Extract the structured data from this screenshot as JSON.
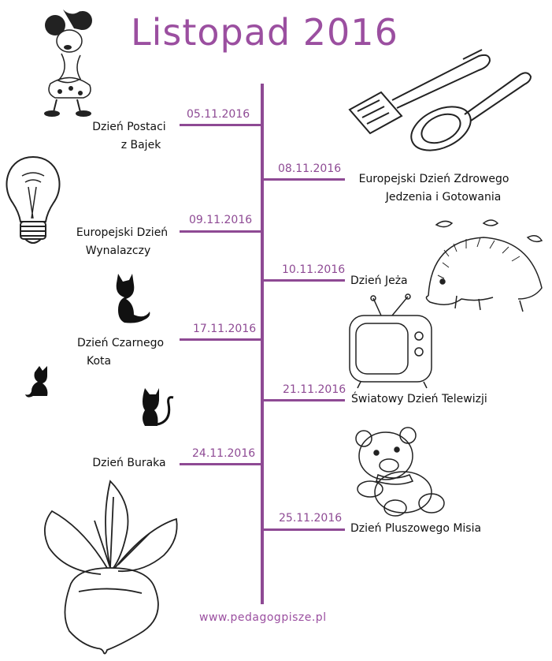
{
  "title": "Listopad 2016",
  "website": "www.pedagogpisze.pl",
  "colors": {
    "accent": "#9b4fa0",
    "line": "#8e4a94",
    "text": "#111111"
  },
  "events_left": [
    {
      "date": "05.11.2016",
      "line1": "Dzień Postaci",
      "line2": "z Bajek"
    },
    {
      "date": "09.11.2016",
      "line1": "Europejski Dzień",
      "line2": "Wynalazczy"
    },
    {
      "date": "17.11.2016",
      "line1": "Dzień Czarnego",
      "line2": "Kota"
    },
    {
      "date": "24.11.2016",
      "line1": "Dzień Buraka",
      "line2": ""
    }
  ],
  "events_right": [
    {
      "date": "08.11.2016",
      "line1": "Europejski Dzień Zdrowego",
      "line2": "Jedzenia i Gotowania"
    },
    {
      "date": "10.11.2016",
      "line1": "Dzień Jeża",
      "line2": ""
    },
    {
      "date": "21.11.2016",
      "line1": "Światowy Dzień Telewizji",
      "line2": ""
    },
    {
      "date": "25.11.2016",
      "line1": "Dzień Pluszowego Misia",
      "line2": ""
    }
  ],
  "illustrations": [
    "mouse-character-icon",
    "spatula-whisk-icon",
    "lightbulb-icon",
    "hedgehog-icon",
    "black-cat-icon",
    "retro-tv-icon",
    "teddy-bear-icon",
    "beetroot-icon"
  ]
}
